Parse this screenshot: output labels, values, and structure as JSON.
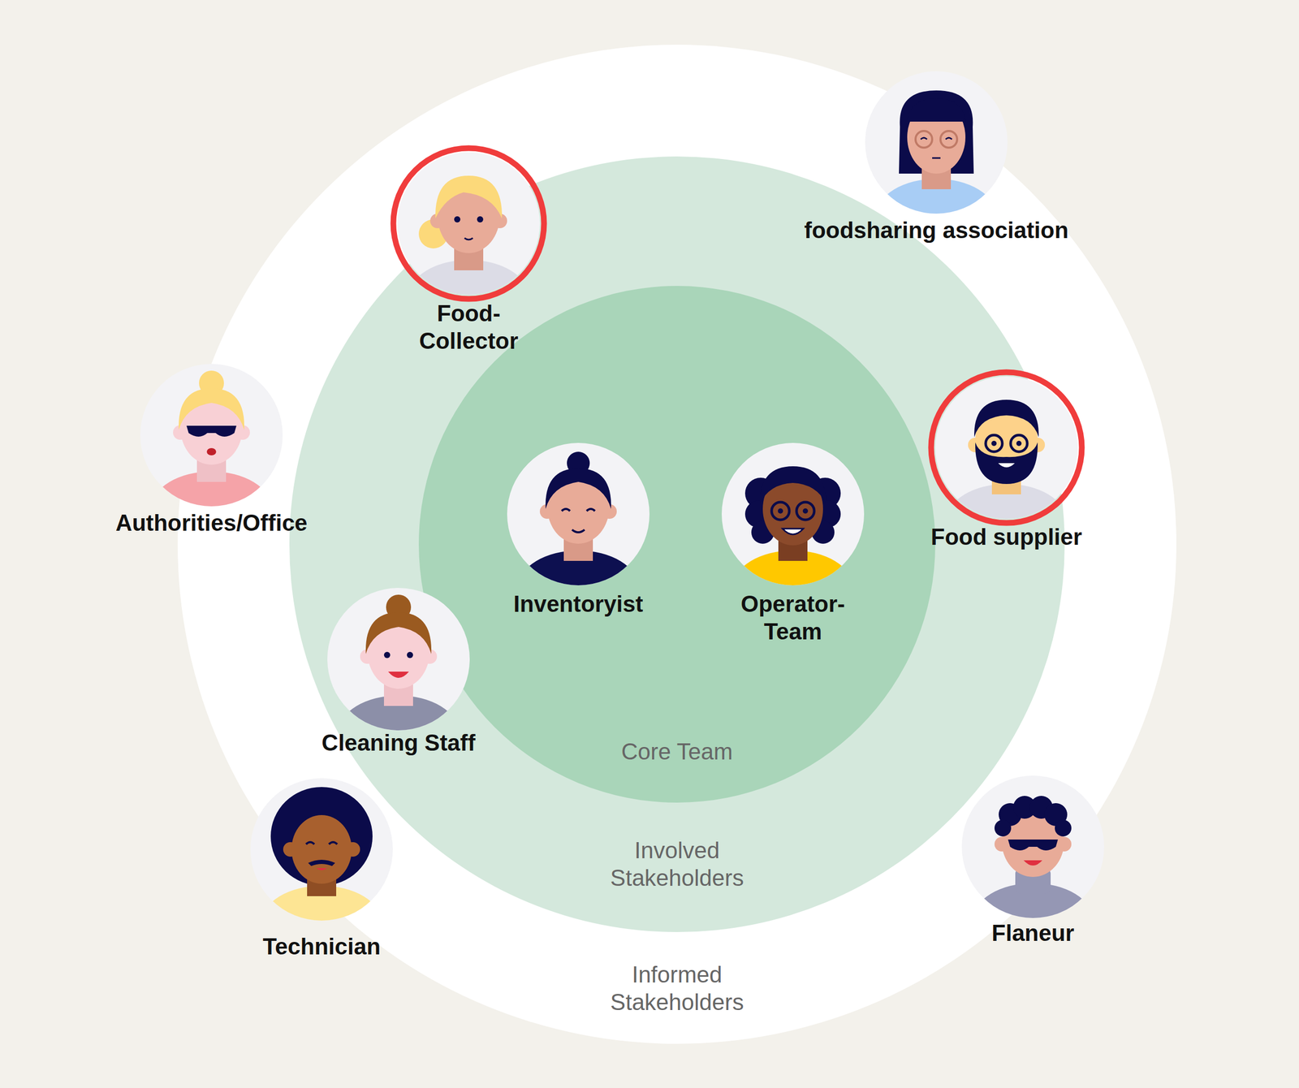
{
  "diagram": {
    "nodes": [
      {
        "text": [
          "Informed Stakeholders"
        ]
      },
      {
        "text": [
          "Involved Stakeholders"
        ],
        "in": 0
      },
      {
        "text": [
          "Core Team"
        ],
        "in": 1
      },
      {
        "text": [
          "Inventoryist"
        ],
        "in": 2
      },
      {
        "text": [
          "Operator- Team"
        ],
        "in": 2
      },
      {
        "text": [
          "Food- Collector"
        ],
        "in": 1
      },
      {
        "text": [
          "Food supplier"
        ],
        "in": 1
      },
      {
        "text": [
          "Cleaning Staff"
        ],
        "in": 1
      },
      {
        "text": [
          "foodsharing association"
        ],
        "in": 0
      },
      {
        "text": [
          "Authorities/Office"
        ],
        "in": 0
      },
      {
        "text": [
          "Technician"
        ],
        "in": 0
      },
      {
        "text": [
          "Flaneur"
        ],
        "in": 0
      }
    ]
  }
}
